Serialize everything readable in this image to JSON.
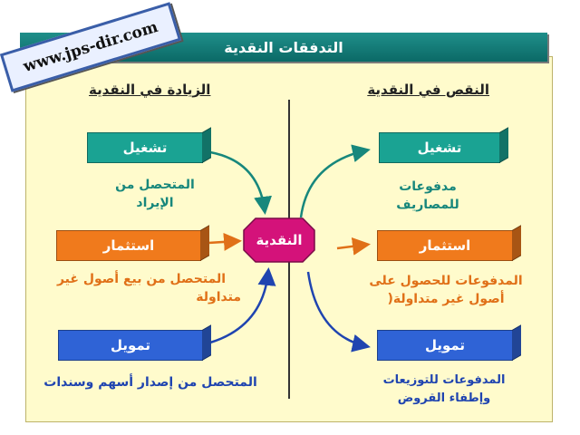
{
  "title": "التدفقات النقدية",
  "watermark": "www.jps-dir.com",
  "columns": {
    "decrease": "النقص في النقدية",
    "increase": "الزيادة في النقدية"
  },
  "center": "النقدية",
  "increase_side": {
    "operating": {
      "label": "تشغيل",
      "caption_1": "المتحصل من",
      "caption_2": "الإيراد"
    },
    "investing": {
      "label": "استثمار",
      "caption_1": "المتحصل من بيع أصول غير",
      "caption_2": "متداولة"
    },
    "financing": {
      "label": "تمويل",
      "caption_1": "المتحصل من إصدار أسهم وسندات"
    }
  },
  "decrease_side": {
    "operating": {
      "label": "تشغيل",
      "caption_1": "مدفوعات",
      "caption_2": "للمصاريف"
    },
    "investing": {
      "label": "استثمار",
      "caption_1": "المدفوعات للحصول على",
      "caption_2": "أصول غير متداولة("
    },
    "financing": {
      "label": "تمويل",
      "caption_1": "المدفوعات للتوزيعات",
      "caption_2": "وإطفاء القروض"
    }
  },
  "colors": {
    "operating": "#1aa393",
    "investing": "#f07a1c",
    "financing": "#2f63d6",
    "center": "#d4127a",
    "title_bar": "#0b6966",
    "panel": "#fffbcc"
  }
}
